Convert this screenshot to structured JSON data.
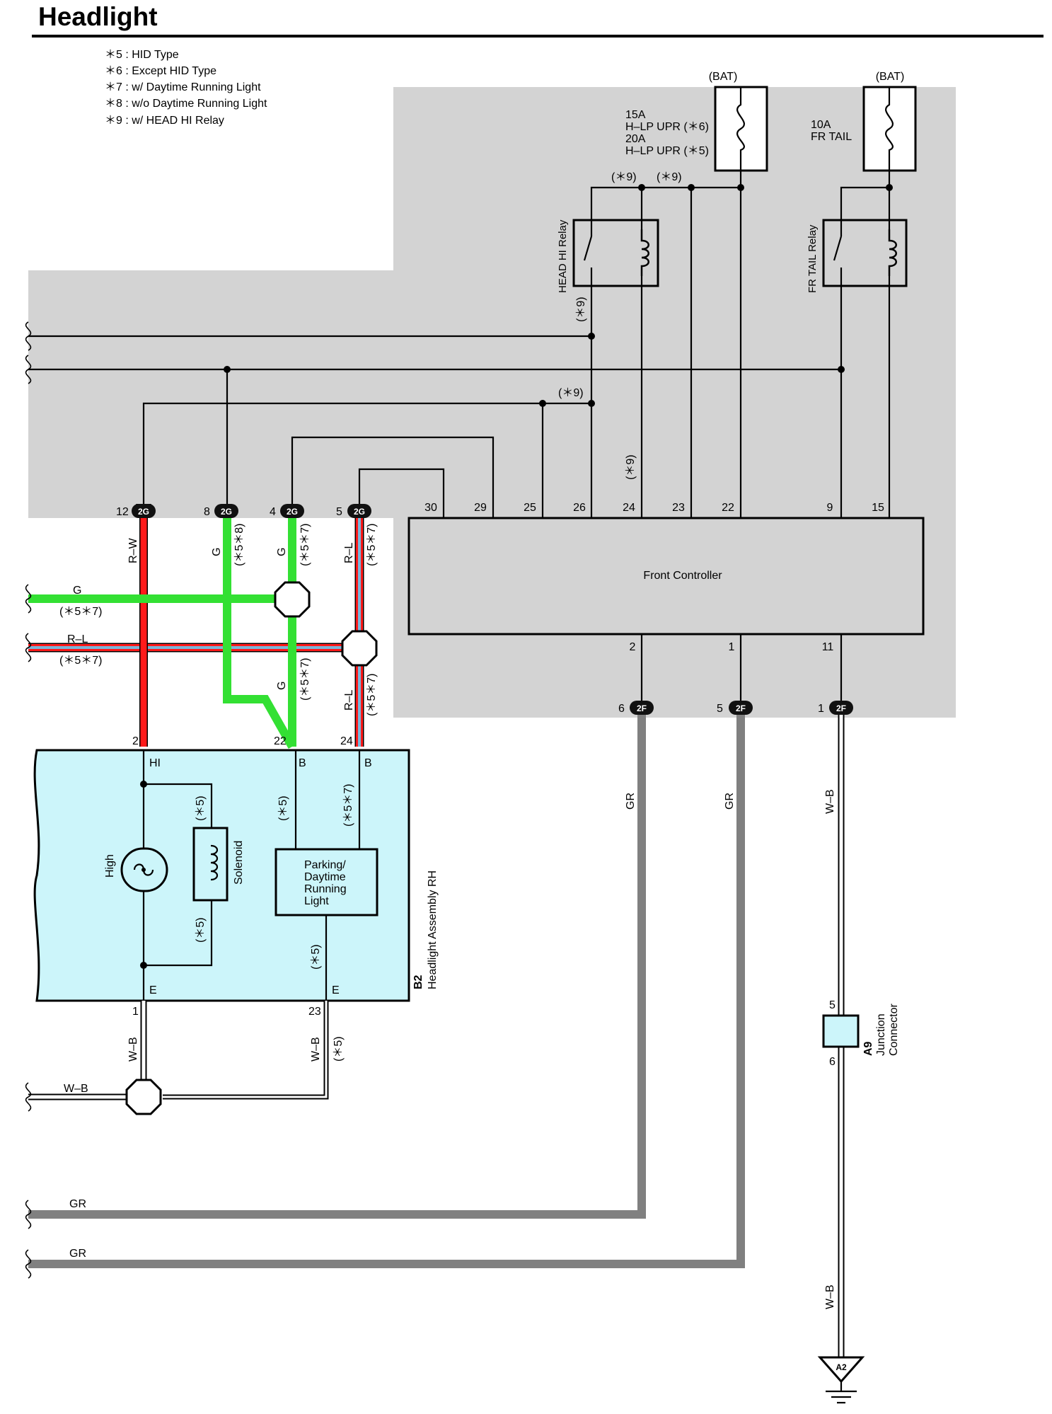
{
  "title": "Headlight",
  "notes": [
    "＊5 : HID Type",
    "＊6 : Except HID Type",
    "＊7 : w/ Daytime Running Light",
    "＊8 : w/o Daytime Running Light",
    "＊9 : w/ HEAD HI Relay"
  ],
  "bat_label": "(BAT)",
  "fuse1": {
    "lines": [
      "15A",
      "H–LP UPR (＊6)",
      "20A",
      "H–LP UPR (＊5)"
    ]
  },
  "fuse2": {
    "lines": [
      "10A",
      "FR TAIL"
    ]
  },
  "relay1": "HEAD HI Relay",
  "relay2": "FR TAIL Relay",
  "front_controller": {
    "label": "Front Controller",
    "top_pins": [
      "30",
      "29",
      "25",
      "26",
      "24",
      "23",
      "22",
      "9",
      "15"
    ],
    "bottom_pins": [
      "2",
      "1",
      "11"
    ]
  },
  "conn_2g": {
    "code": "2G",
    "pins": [
      "12",
      "8",
      "4",
      "5"
    ]
  },
  "conn_2f": {
    "code": "2F",
    "pins": [
      "6",
      "5",
      "1"
    ]
  },
  "tags": {
    "n9": "(＊9)",
    "n58": "(＊5＊8)",
    "n57": "(＊5＊7)",
    "n5": "(＊5)"
  },
  "wires": {
    "rw": "R–W",
    "g": "G",
    "rl": "R–L",
    "gr": "GR",
    "wb": "W–B"
  },
  "headlight": {
    "code": "B2",
    "name": "Headlight Assembly RH",
    "pins": [
      "2",
      "22",
      "24",
      "1",
      "23"
    ],
    "terms": {
      "hi": "HI",
      "b": "B",
      "e": "E"
    },
    "high": "High",
    "solenoid": "Solenoid",
    "drl": [
      "Parking/",
      "Daytime",
      "Running",
      "Light"
    ]
  },
  "junction": {
    "code": "A9",
    "name": [
      "Junction",
      "Connector"
    ],
    "pins": [
      "5",
      "6"
    ]
  },
  "ground": "A2",
  "colors": {
    "panel_gray": "#d3d3d3",
    "headlight_fill": "#ccf5fa",
    "wire_red": "#ff1a1a",
    "wire_green": "#33e033",
    "wire_blue": "#7ab4d8",
    "wire_gray": "#808080"
  }
}
